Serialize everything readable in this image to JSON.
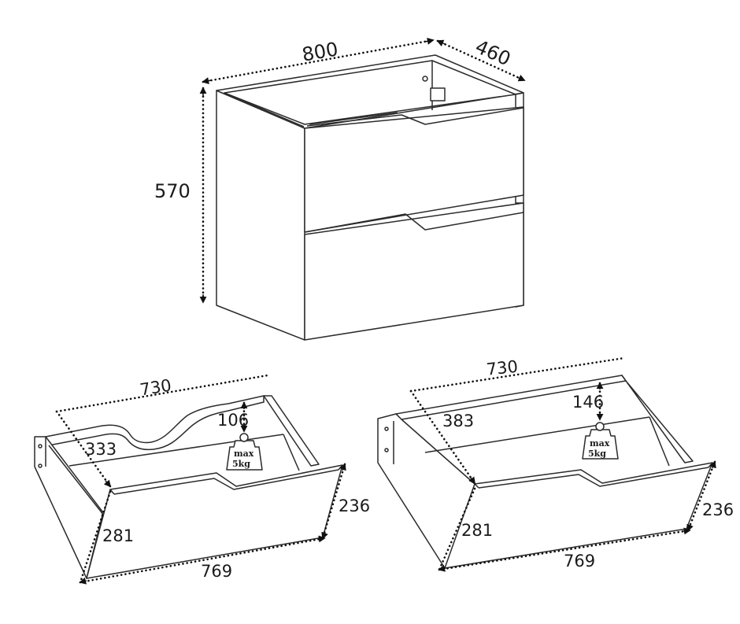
{
  "cabinet": {
    "width_label": "800",
    "depth_label": "460",
    "height_label": "570"
  },
  "left_drawer": {
    "inner_width_label": "730",
    "depth_label": "333",
    "cutout_depth_label": "106",
    "side_height_label": "236",
    "front_height_label": "281",
    "front_width_label": "769",
    "weight_line1": "max",
    "weight_line2": "5kg"
  },
  "right_drawer": {
    "inner_width_label": "730",
    "depth_label": "383",
    "cutout_depth_label": "146",
    "side_height_label": "236",
    "front_height_label": "281",
    "front_width_label": "769",
    "weight_line1": "max",
    "weight_line2": "5kg"
  },
  "icons": {
    "arrowhead": "arrowhead-icon",
    "weight": "weight-icon"
  },
  "colors": {
    "line": "#2b2b2b",
    "background": "#ffffff"
  }
}
